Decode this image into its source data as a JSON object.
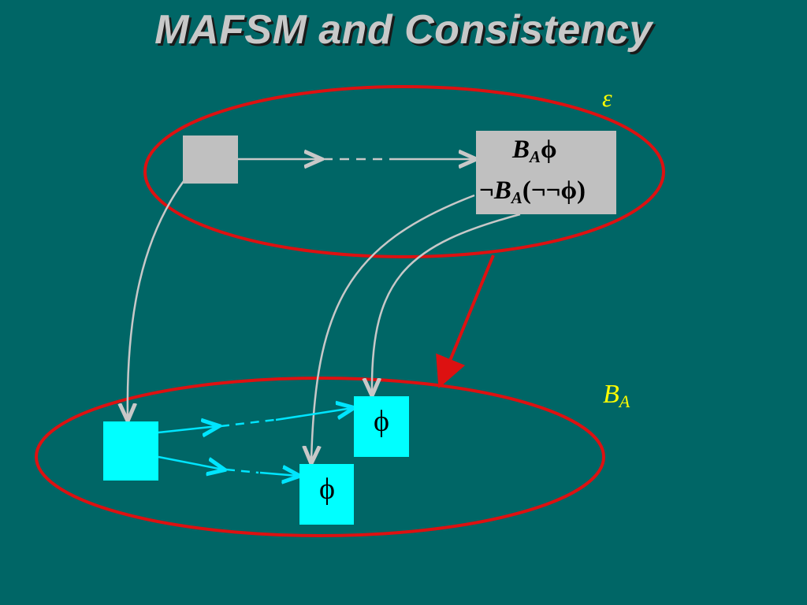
{
  "title": "MAFSM and Consistency",
  "labels": {
    "epsilon": "ε",
    "belief_context_B": "B",
    "belief_context_sub": "A"
  },
  "top_box_formulas": {
    "line1_neg": "",
    "line1_B": "B",
    "line1_sub": "A",
    "line1_tail": "ϕ",
    "line2_neg": "¬",
    "line2_B": "B",
    "line2_sub": "A",
    "line2_tail": "(¬¬ϕ)"
  },
  "phi_boxes": {
    "upper": "ϕ",
    "lower": "ϕ"
  },
  "colors": {
    "background": "#006666",
    "ellipse": "#dd1111",
    "gray_box": "#c0c0c0",
    "cyan_box": "#00ffff",
    "gray_arrow": "#c8c8c8",
    "cyan_arrow": "#00e5ff",
    "label": "#ffff00"
  }
}
